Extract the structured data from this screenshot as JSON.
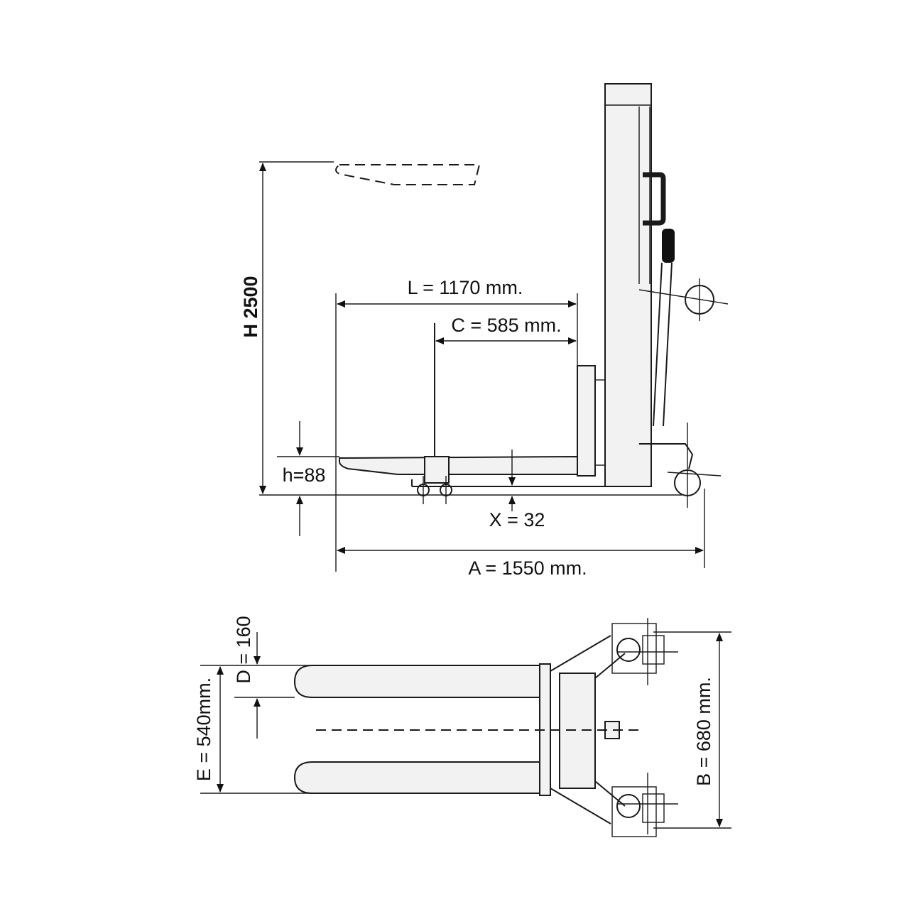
{
  "side_view": {
    "height_label": "H 2500",
    "fork_length_label": "L = 1170 mm.",
    "load_center_label": "C = 585 mm.",
    "fork_height_label": "h=88",
    "ground_clearance_label": "X = 32",
    "overall_length_label": "A = 1550 mm."
  },
  "top_view": {
    "fork_width_label": "D = 160",
    "fork_spread_label": "E = 540mm.",
    "overall_width_label": "B = 680 mm."
  }
}
